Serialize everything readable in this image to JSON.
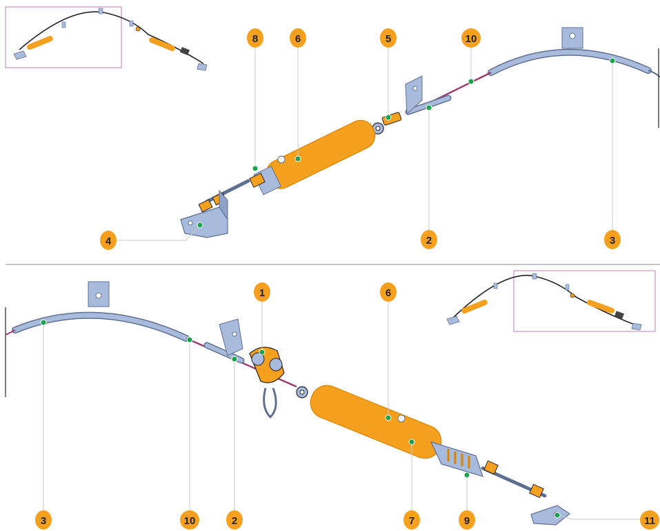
{
  "colors": {
    "orange": "#f5a01e",
    "orange_dark": "#d98400",
    "steel": "#a9bbdd",
    "steel_dark": "#5f6f90",
    "cable": "#9a3a6e",
    "marker": "#1aa34a",
    "leader": "#c8c8c8",
    "divider": "#8a8a8a",
    "inset_border": "#c67ab0",
    "callout_text": "#222222"
  },
  "callouts_top": {
    "c8": "8",
    "c6": "6",
    "c5": "5",
    "c10": "10",
    "c4": "4",
    "c2": "2",
    "c3": "3"
  },
  "callouts_bottom": {
    "c1": "1",
    "c6": "6",
    "c3": "3",
    "c10": "10",
    "c2": "2",
    "c7": "7",
    "c9": "9",
    "c11": "11"
  },
  "icons": {
    "overview_top": "system-overview-icon",
    "overview_bottom": "system-overview-icon"
  }
}
